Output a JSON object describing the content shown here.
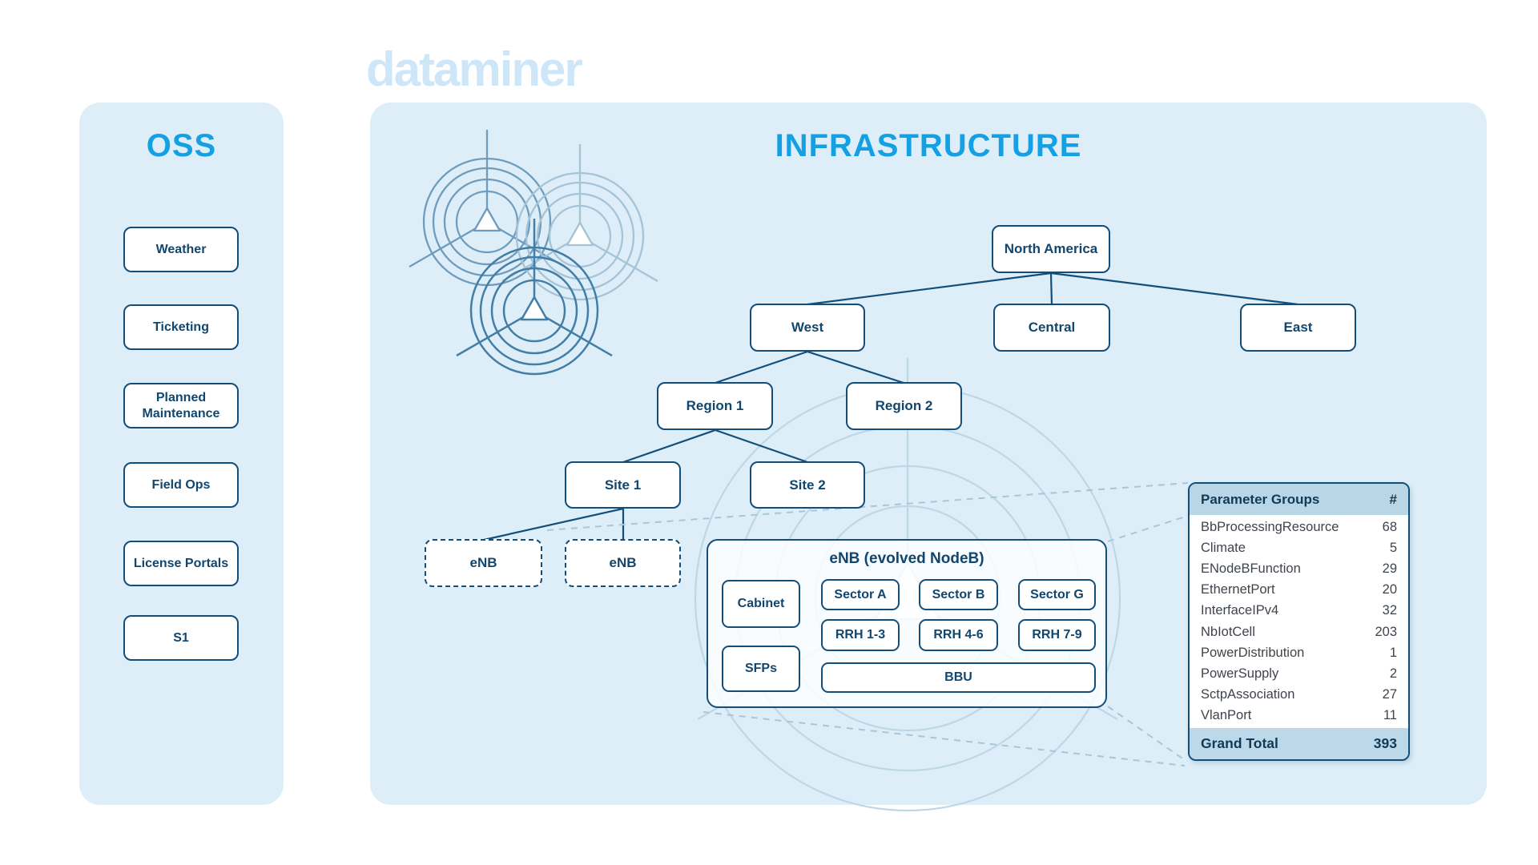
{
  "logo": "dataminer",
  "colors": {
    "accent_blue": "#16a0e4",
    "navy_border": "#134e7a",
    "navy_text": "#11466e",
    "panel_background": "#ddeef8",
    "logo_watermark": "#cde7f8",
    "table_header_background": "#b9d6e7",
    "table_row_text": "#3f444c",
    "antenna_medium": "#6f9cbc",
    "antenna_light": "#a5c3d6",
    "antenna_dark": "#437ea6",
    "radar_faint": "#bed7e6",
    "callout_dash": "#a9c6d8"
  },
  "oss": {
    "title": "OSS",
    "items": [
      {
        "id": "weather",
        "label": "Weather"
      },
      {
        "id": "ticketing",
        "label": "Ticketing"
      },
      {
        "id": "planned-maintenance",
        "label": "Planned Maintenance"
      },
      {
        "id": "field-ops",
        "label": "Field Ops"
      },
      {
        "id": "license-portals",
        "label": "License Portals"
      },
      {
        "id": "s1",
        "label": "S1"
      }
    ]
  },
  "infrastructure": {
    "title": "INFRASTRUCTURE",
    "tree_nodes": [
      {
        "id": "north-america",
        "label": "North America",
        "dashed": false
      },
      {
        "id": "west",
        "label": "West",
        "dashed": false
      },
      {
        "id": "central",
        "label": "Central",
        "dashed": false
      },
      {
        "id": "east",
        "label": "East",
        "dashed": false
      },
      {
        "id": "region-1",
        "label": "Region 1",
        "dashed": false
      },
      {
        "id": "region-2",
        "label": "Region 2",
        "dashed": false
      },
      {
        "id": "site-1",
        "label": "Site 1",
        "dashed": false
      },
      {
        "id": "site-2",
        "label": "Site 2",
        "dashed": false
      },
      {
        "id": "enb-1",
        "label": "eNB",
        "dashed": true
      },
      {
        "id": "enb-2",
        "label": "eNB",
        "dashed": true
      }
    ],
    "enb_detail": {
      "title": "eNB (evolved NodeB)",
      "components": [
        {
          "id": "cabinet",
          "label": "Cabinet"
        },
        {
          "id": "sfps",
          "label": "SFPs"
        },
        {
          "id": "sector-a",
          "label": "Sector A"
        },
        {
          "id": "sector-b",
          "label": "Sector B"
        },
        {
          "id": "sector-g",
          "label": "Sector G"
        },
        {
          "id": "rrh-1-3",
          "label": "RRH 1-3"
        },
        {
          "id": "rrh-4-6",
          "label": "RRH 4-6"
        },
        {
          "id": "rrh-7-9",
          "label": "RRH 7-9"
        },
        {
          "id": "bbu",
          "label": "BBU"
        }
      ]
    },
    "parameter_table": {
      "header": {
        "name": "Parameter Groups",
        "count": "#"
      },
      "rows": [
        {
          "name": "BbProcessingResource",
          "count": "68"
        },
        {
          "name": "Climate",
          "count": "5"
        },
        {
          "name": "ENodeBFunction",
          "count": "29"
        },
        {
          "name": "EthernetPort",
          "count": "20"
        },
        {
          "name": "InterfaceIPv4",
          "count": "32"
        },
        {
          "name": "NbIotCell",
          "count": "203"
        },
        {
          "name": "PowerDistribution",
          "count": "1"
        },
        {
          "name": "PowerSupply",
          "count": "2"
        },
        {
          "name": "SctpAssociation",
          "count": "27"
        },
        {
          "name": "VlanPort",
          "count": "11"
        }
      ],
      "footer": {
        "name": "Grand Total",
        "count": "393"
      }
    }
  }
}
